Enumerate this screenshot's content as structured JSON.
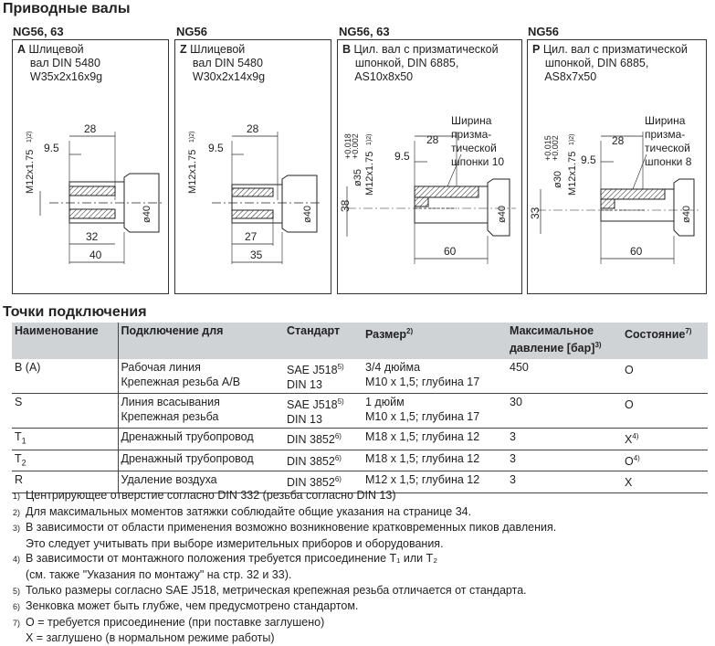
{
  "section_title": "Приводные валы",
  "panels": [
    {
      "ng": "NG56, 63",
      "letter": "A",
      "text_lines": [
        "Шлицевой",
        "вал DIN 5480",
        "W35x2x16x9g"
      ],
      "dims": {
        "m": "M12x1.75",
        "m_sup": "1)2)",
        "a": "28",
        "b": "9.5",
        "d": "ø40",
        "c1": "32",
        "c2": "40"
      }
    },
    {
      "ng": "NG56",
      "letter": "Z",
      "text_lines": [
        "Шлицевой",
        "вал DIN 5480",
        "W30x2x14x9g"
      ],
      "dims": {
        "m": "M12x1.75",
        "m_sup": "1)2)",
        "a": "28",
        "b": "9.5",
        "d": "ø40",
        "c1": "27",
        "c2": "35"
      }
    },
    {
      "ng": "NG56, 63",
      "letter": "B",
      "text_lines": [
        "Цил. вал с призматической",
        "шпонкой, DIN 6885,",
        "AS10x8x50"
      ],
      "dims": {
        "m": "M12x1.75",
        "m_sup": "1)2)",
        "dia": "ø35",
        "tol_up": "+0.018",
        "tol_dn": "+0.002",
        "a": "28",
        "b": "9.5",
        "d": "ø40",
        "h": "38",
        "c2": "60",
        "key_label": [
          "Ширина",
          "призма-",
          "тической",
          "шпонки 10"
        ]
      }
    },
    {
      "ng": "NG56",
      "letter": "P",
      "text_lines": [
        "Цил. вал с призматической",
        "шпонкой, DIN 6885,",
        "AS8x7x50"
      ],
      "dims": {
        "m": "M12x1.75",
        "m_sup": "1)2)",
        "dia": "ø30",
        "tol_up": "+0.015",
        "tol_dn": "+0.002",
        "a": "28",
        "b": "9.5",
        "d": "ø40",
        "h": "33",
        "c2": "60",
        "key_label": [
          "Ширина",
          "призма-",
          "тической",
          "шпонки 8"
        ]
      }
    }
  ],
  "connections_title": "Точки подключения",
  "table": {
    "headers": {
      "name": "Наименование",
      "for": "Подключение для",
      "std": "Стандарт",
      "size": "Размер",
      "size_sup": "2)",
      "pmax": "Максимальное",
      "pmax2": "давление [бар]",
      "pmax_sup": "3)",
      "state": "Состояние",
      "state_sup": "7)"
    },
    "rows": [
      {
        "name": "B (A)",
        "name_sub": "",
        "for": [
          "Рабочая линия",
          "Крепежная резьба A/B"
        ],
        "std": [
          "SAE J518",
          "DIN 13"
        ],
        "std_sup": "5)",
        "size": [
          "3/4 дюйма",
          "M10 x 1,5; глубина 17"
        ],
        "pmax": "450",
        "state": "O",
        "state_sup": ""
      },
      {
        "name": "S",
        "name_sub": "",
        "for": [
          "Линия всасывания",
          "Крепежная резьба"
        ],
        "std": [
          "SAE J518",
          "DIN 13"
        ],
        "std_sup": "5)",
        "size": [
          "1 дюйм",
          "M10 x 1,5; глубина 17"
        ],
        "pmax": "30",
        "state": "O",
        "state_sup": ""
      },
      {
        "name": "T",
        "name_sub": "1",
        "for": [
          "Дренажный трубопровод"
        ],
        "std": [
          "DIN 3852"
        ],
        "std_sup": "6)",
        "size": [
          "M18 x 1,5; глубина 12"
        ],
        "pmax": "3",
        "state": "X",
        "state_sup": "4)"
      },
      {
        "name": "T",
        "name_sub": "2",
        "for": [
          "Дренажный трубопровод"
        ],
        "std": [
          "DIN 3852"
        ],
        "std_sup": "6)",
        "size": [
          "M18 x 1,5; глубина 12"
        ],
        "pmax": "3",
        "state": "O",
        "state_sup": "4)"
      },
      {
        "name": "R",
        "name_sub": "",
        "for": [
          "Удаление воздуха"
        ],
        "std": [
          "DIN 3852"
        ],
        "std_sup": "6)",
        "size": [
          "M12 x 1,5; глубина 12"
        ],
        "pmax": "3",
        "state": "X",
        "state_sup": ""
      }
    ]
  },
  "notes": [
    {
      "num": "1)",
      "lines": [
        "Центрирующее отверстие согласно DIN 332 (резьба согласно DIN 13)"
      ]
    },
    {
      "num": "2)",
      "lines": [
        "Для максимальных моментов затяжки соблюдайте общие указания на странице 34."
      ]
    },
    {
      "num": "3)",
      "lines": [
        "В зависимости от области применения возможно возникновение кратковременных пиков давления.",
        "Это следует учитывать при выборе измерительных приборов и оборудования."
      ]
    },
    {
      "num": "4)",
      "lines": [
        "В зависимости от монтажного положения требуется присоединение T₁ или T₂",
        "(см. также \"Указания по монтажу\" на стр. 32 и 33)."
      ]
    },
    {
      "num": "5)",
      "lines": [
        "Только размеры согласно SAE J518, метрическая крепежная резьба отличается от стандарта."
      ]
    },
    {
      "num": "6)",
      "lines": [
        "Зенковка может быть глубже, чем предусмотрено стандартом."
      ]
    },
    {
      "num": "7)",
      "lines": [
        "O = требуется присоединение (при поставке заглушено)",
        "X = заглушено (в нормальном режиме работы)"
      ]
    }
  ]
}
